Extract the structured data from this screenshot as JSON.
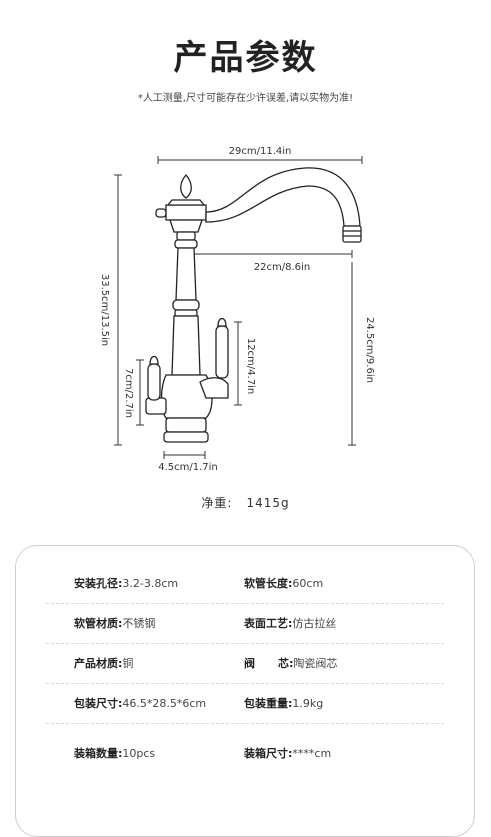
{
  "title": "产品参数",
  "subtitle": "*人工测量,尺寸可能存在少许误差,请以实物为准!",
  "dimensions": {
    "total_width": "29cm/11.4in",
    "spout_reach": "22cm/8.6in",
    "total_height": "33.5cm/13.5in",
    "spout_height": "24.5cm/9.6in",
    "handle_height": "12cm/4.7in",
    "base_height": "7cm/2.7in",
    "base_width": "4.5cm/1.7in"
  },
  "weight": {
    "label": "净重:",
    "value": "1415g"
  },
  "specs": [
    {
      "left_label": "安装孔径:",
      "left_value": "3.2-3.8cm",
      "right_label": "软管长度:",
      "right_value": "60cm"
    },
    {
      "left_label": "软管材质:",
      "left_value": "不锈钢",
      "right_label": "表面工艺:",
      "right_value": "仿古拉丝"
    },
    {
      "left_label": "产品材质:",
      "left_value": "铜",
      "right_label": "阀      芯:",
      "right_value": "陶瓷阀芯"
    },
    {
      "left_label": "包装尺寸:",
      "left_value": "46.5*28.5*6cm",
      "right_label": "包装重量:",
      "right_value": "1.9kg"
    },
    {
      "left_label": "装箱数量:",
      "left_value": "10pcs",
      "right_label": "装箱尺寸:",
      "right_value": "****cm"
    }
  ]
}
